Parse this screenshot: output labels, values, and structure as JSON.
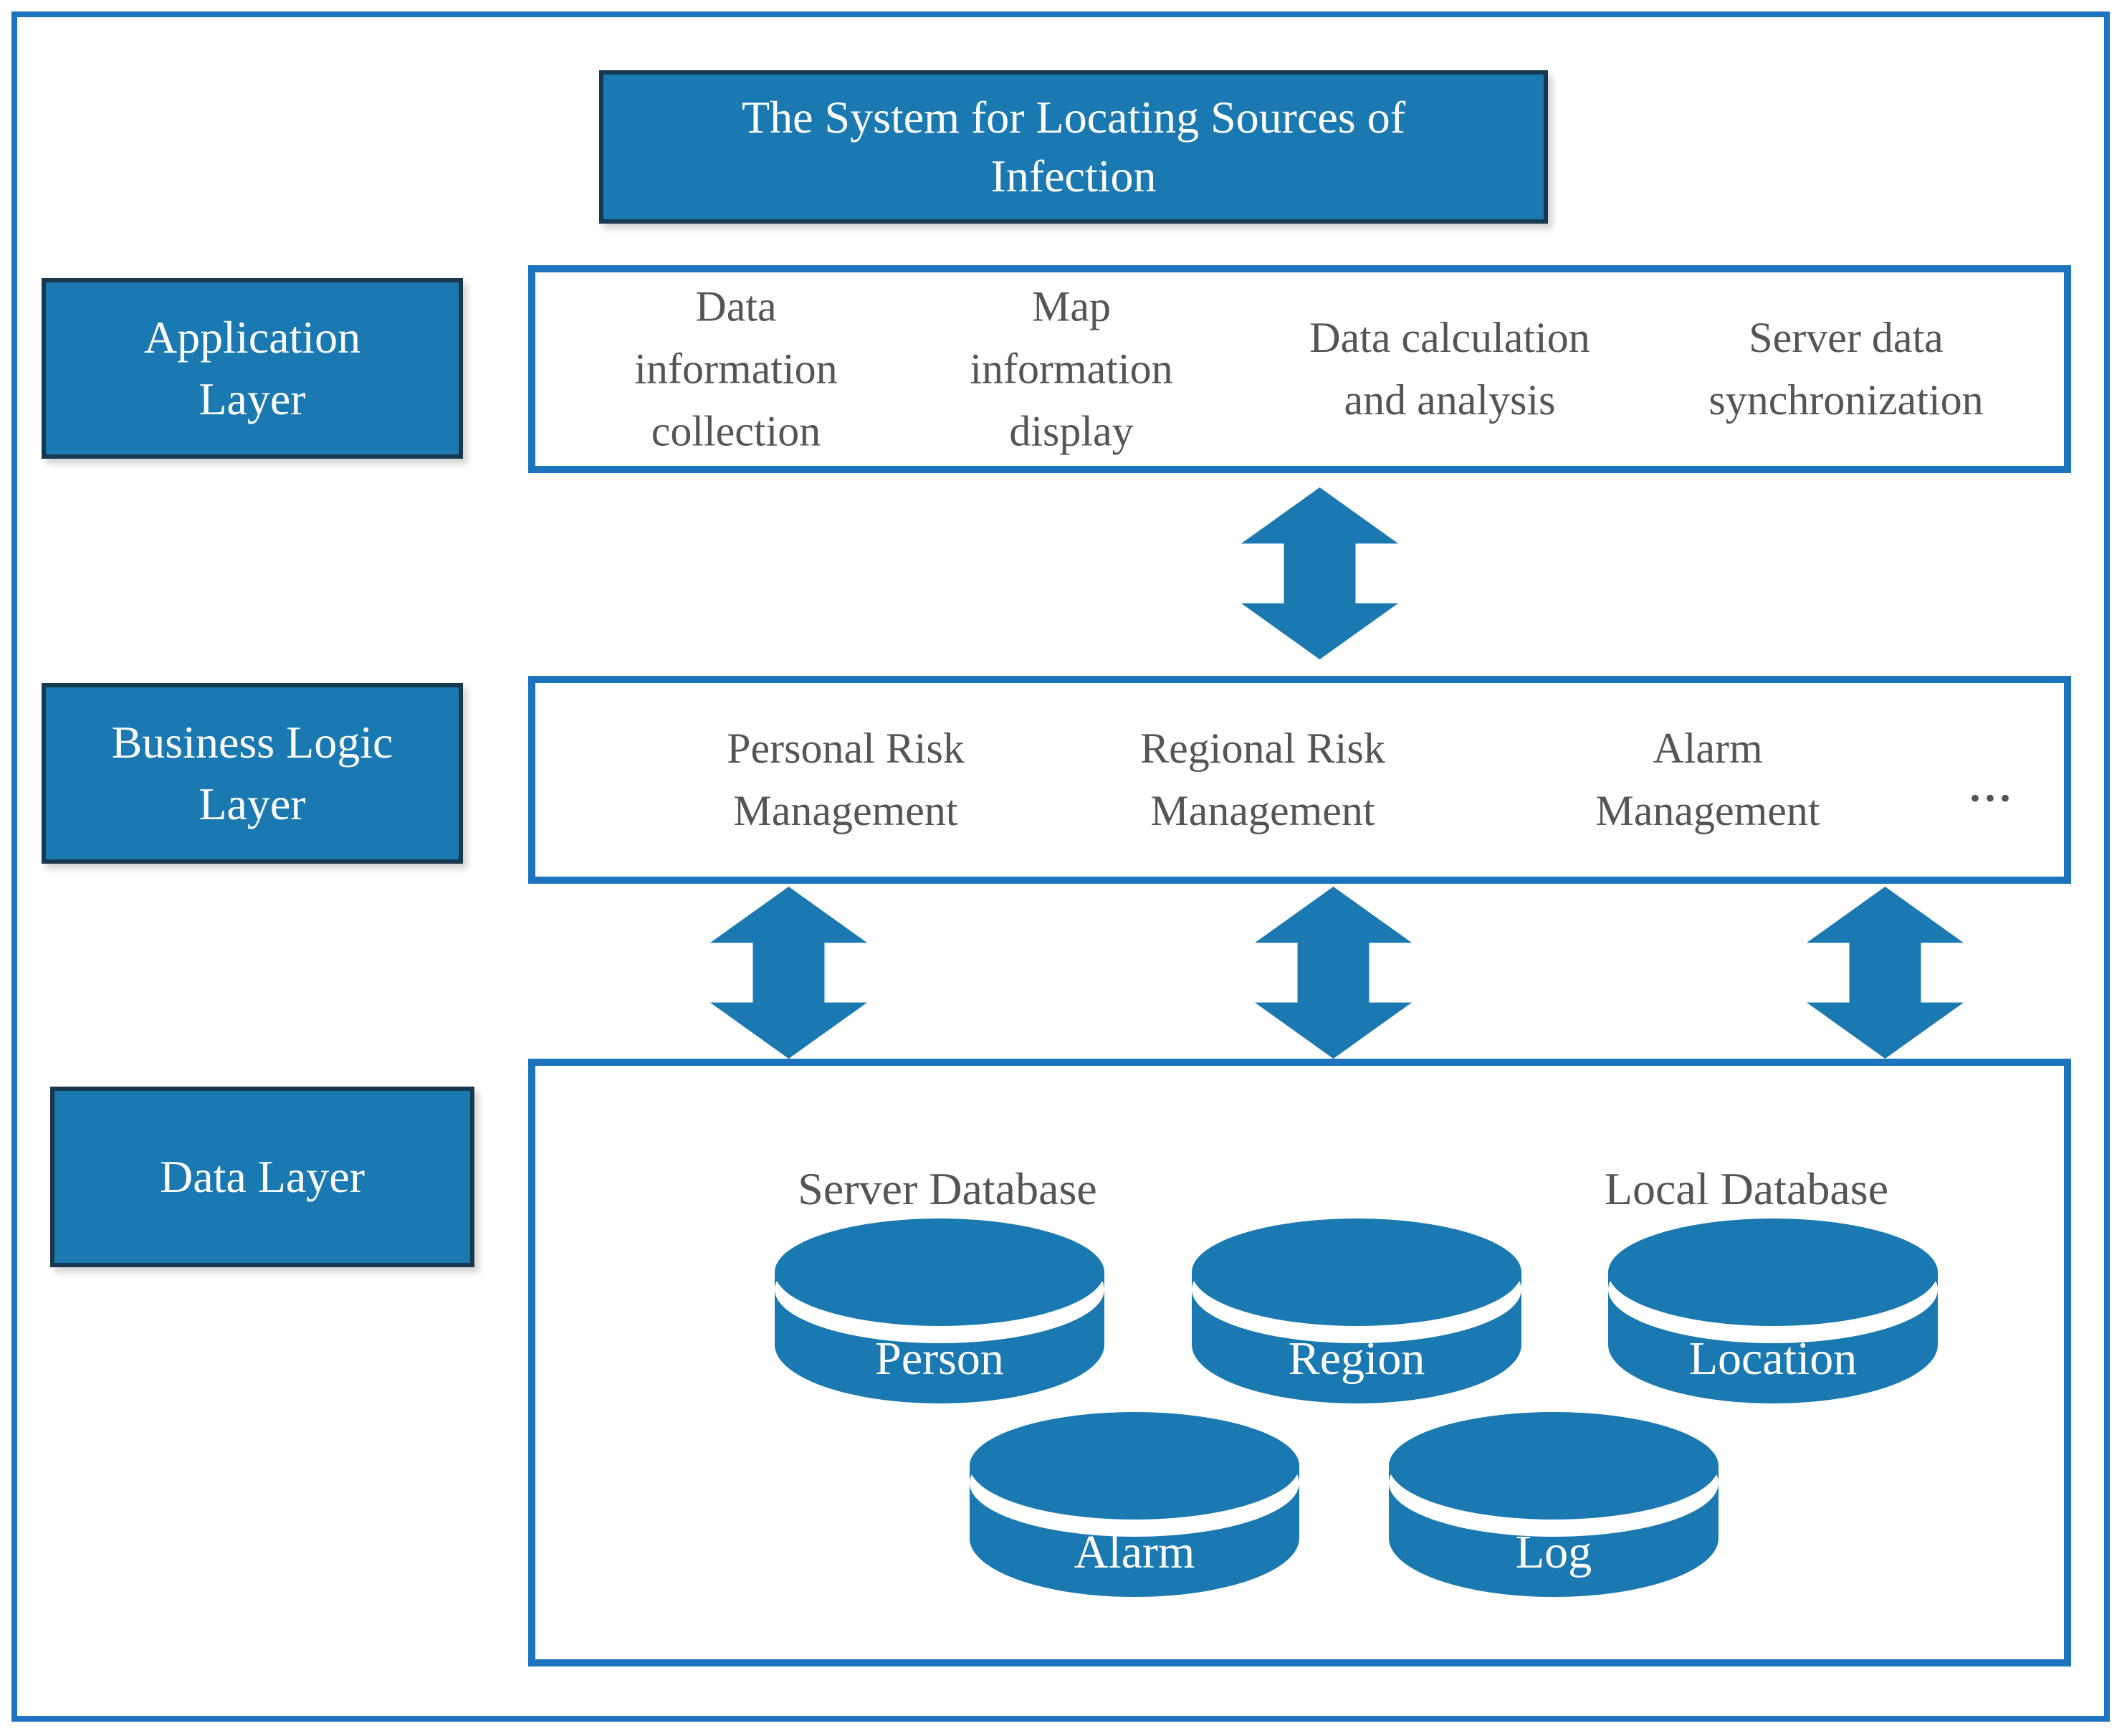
{
  "colors": {
    "box_fill_blue": "#1a79b1",
    "content_border_blue": "#1b74bd",
    "label_border_dark": "#17384f",
    "outer_border_blue": "#1c73c2",
    "text_gray": "#555555",
    "text_white": "#ffffff"
  },
  "title": {
    "text": "The System for Locating Sources of Infection"
  },
  "application_layer": {
    "label": "Application Layer",
    "items": [
      "Data information collection",
      "Map information display",
      "Data calculation and analysis",
      "Server data synchronization"
    ]
  },
  "business_logic_layer": {
    "label": "Business Logic Layer",
    "items": [
      "Personal Risk Management",
      "Regional Risk Management",
      "Alarm Management"
    ],
    "more_indicator": "..."
  },
  "data_layer": {
    "label": "Data Layer",
    "server_database_label": "Server Database",
    "local_database_label": "Local Database",
    "databases": [
      "Person",
      "Region",
      "Location",
      "Alarm",
      "Log"
    ]
  }
}
